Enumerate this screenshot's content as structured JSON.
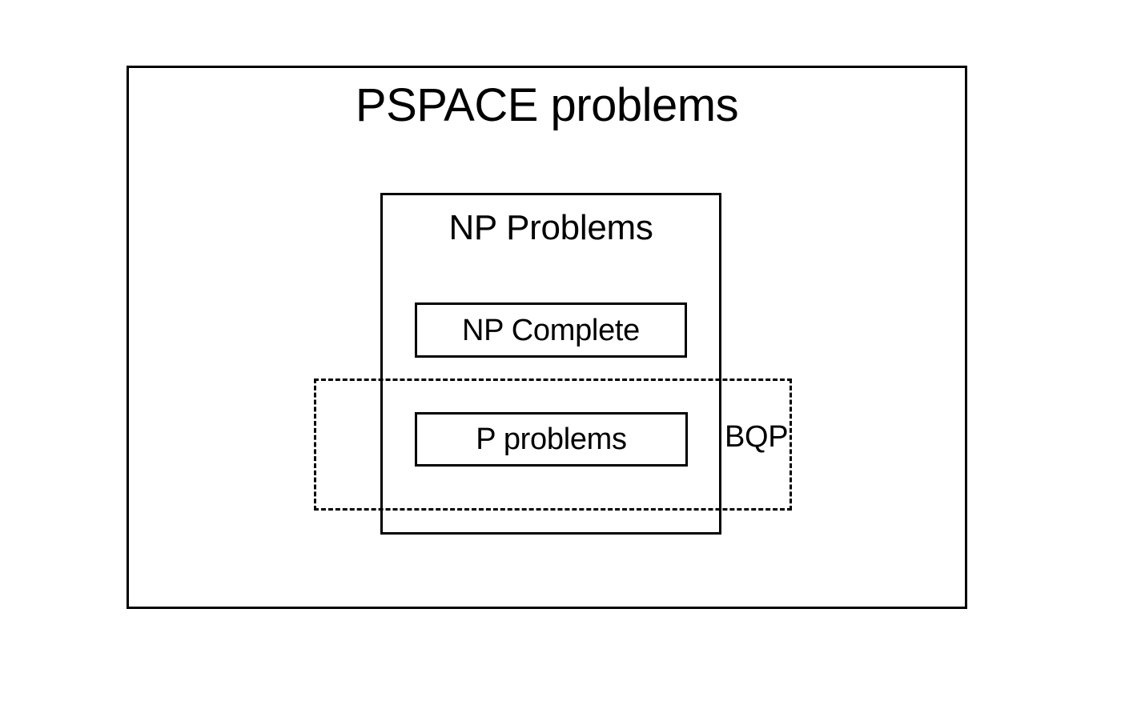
{
  "diagram": {
    "type": "nested-set-diagram",
    "subject": "computational complexity classes",
    "background_color": "#ffffff",
    "stroke_color": "#000000",
    "regions": {
      "pspace": {
        "label": "PSPACE problems",
        "border_style": "solid",
        "contains": [
          "np",
          "bqp"
        ]
      },
      "np": {
        "label": "NP Problems",
        "border_style": "solid",
        "contains": [
          "np_complete",
          "p"
        ]
      },
      "np_complete": {
        "label": "NP Complete",
        "border_style": "solid"
      },
      "p": {
        "label": "P problems",
        "border_style": "solid"
      },
      "bqp": {
        "label": "BQP",
        "border_style": "dashed",
        "overlaps": [
          "np",
          "p"
        ]
      }
    }
  }
}
